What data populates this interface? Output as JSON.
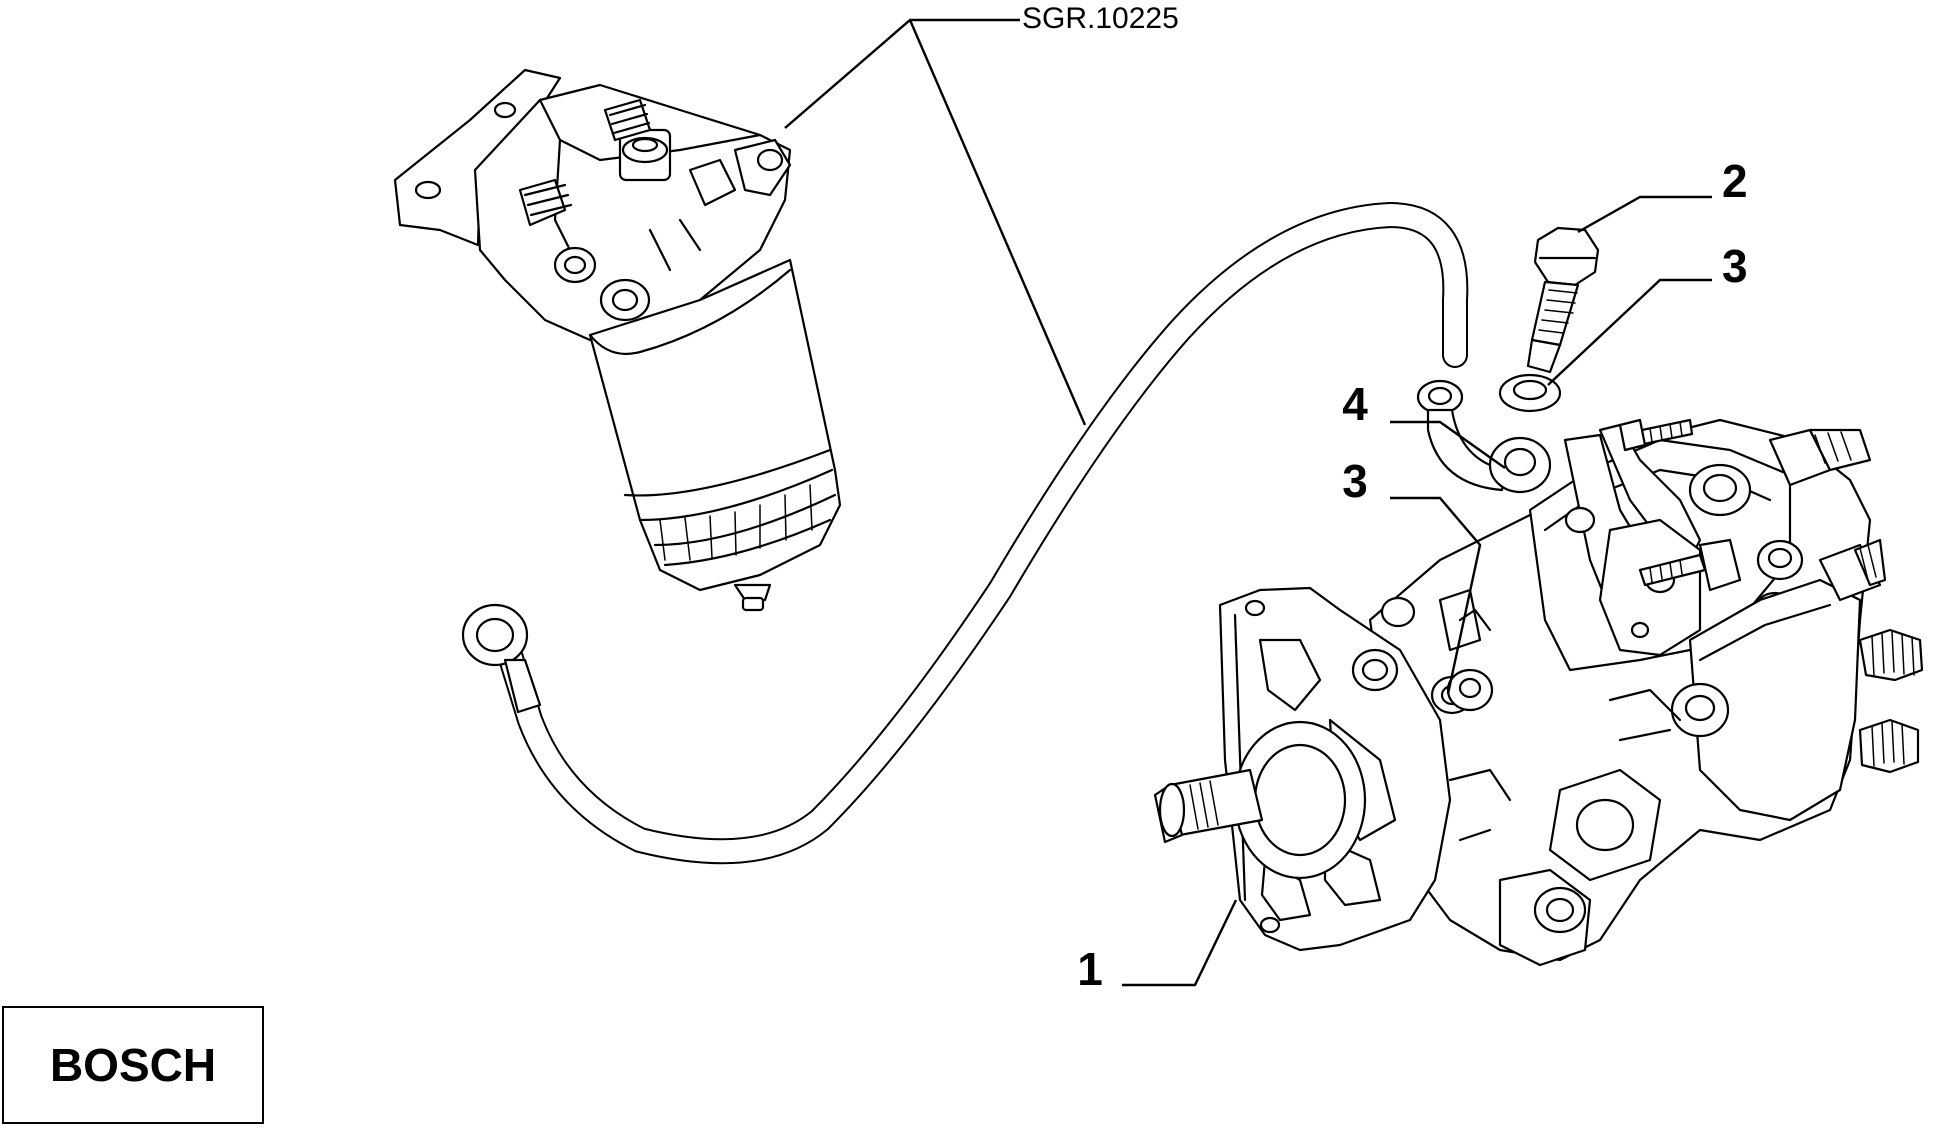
{
  "reference_code": "SGR.10225",
  "callouts": {
    "item_1": "1",
    "item_2": "2",
    "item_3_upper": "3",
    "item_3_lower": "3",
    "item_4": "4"
  },
  "brand": "BOSCH"
}
